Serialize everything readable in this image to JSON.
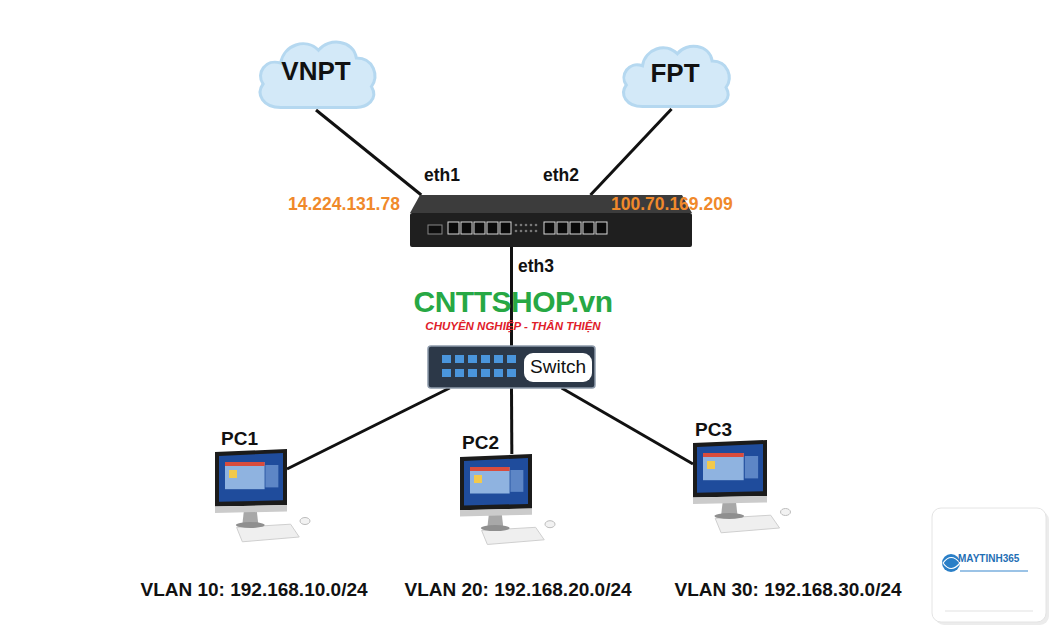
{
  "diagram": {
    "nodes": [
      {
        "text": [
          "VNPT"
        ]
      },
      {
        "text": [
          "FPT"
        ]
      },
      {
        "text": []
      },
      {
        "text": [
          "Switch"
        ]
      },
      {
        "text": [
          "PC1",
          "VLAN 10: 192.168.10.0/24"
        ]
      },
      {
        "text": [
          "PC2",
          "VLAN 20: 192.168.20.0/24"
        ]
      },
      {
        "text": [
          "PC3",
          "VLAN 30: 192.168.30.0/24"
        ]
      }
    ],
    "edges": [
      {
        "from": 0,
        "to": 2,
        "label": "eth1",
        "arrow": "none"
      },
      {
        "from": 1,
        "to": 2,
        "label": "eth2",
        "arrow": "none"
      },
      {
        "from": 2,
        "to": 3,
        "label": "eth3",
        "arrow": "none"
      },
      {
        "from": 3,
        "to": 4,
        "arrow": "none"
      },
      {
        "from": 3,
        "to": 5,
        "arrow": "none"
      },
      {
        "from": 3,
        "to": 6,
        "arrow": "none"
      }
    ],
    "labels": [
      "14.224.131.78",
      "100.70.169.209",
      "CNTTSHOP.vn",
      "CHUYÊN NGHIỆP - THÂN THIỆN",
      "MAYTINH365"
    ]
  }
}
